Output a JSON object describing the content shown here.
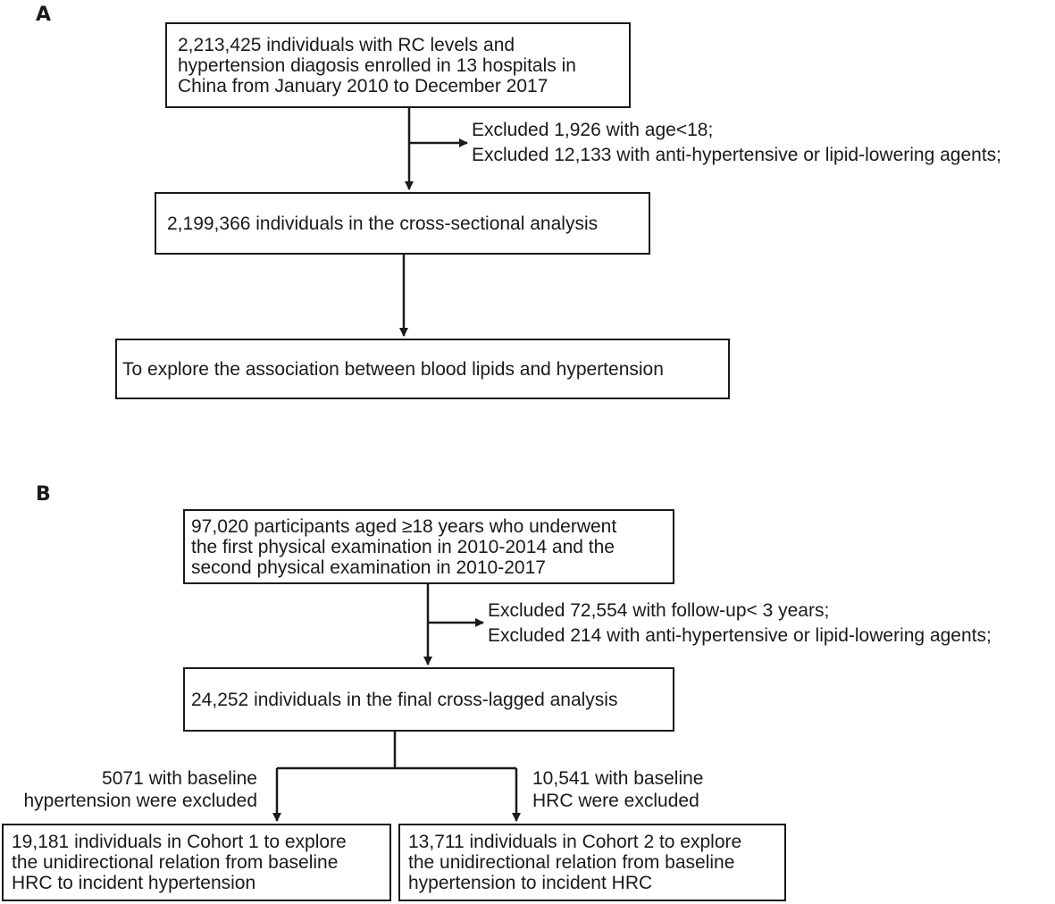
{
  "panel_a": {
    "letter": "A",
    "box_enrolled": [
      "2,213,425 individuals with RC levels and",
      "hypertension diagosis enrolled in 13 hospitals in",
      "China from January 2010 to December 2017"
    ],
    "exclusions": [
      "Excluded 1,926 with age<18;",
      "Excluded 12,133 with anti-hypertensive or lipid-lowering agents;"
    ],
    "box_cross_sectional": "2,199,366 individuals in the cross-sectional analysis",
    "box_explore": "To explore the association between blood lipids and hypertension"
  },
  "panel_b": {
    "letter": "B",
    "box_participants": [
      "97,020 participants aged ≥18 years who underwent",
      "the first physical examination in 2010-2014 and the",
      "second physical examination in 2010-2017"
    ],
    "exclusions": [
      "Excluded 72,554 with follow-up< 3 years;",
      "Excluded 214 with anti-hypertensive or lipid-lowering agents;"
    ],
    "box_cross_lagged": "24,252 individuals in the final cross-lagged analysis",
    "left_exclusion": [
      "5071 with baseline",
      "hypertension were excluded"
    ],
    "right_exclusion": [
      "10,541 with baseline",
      "HRC were excluded"
    ],
    "box_cohort1": [
      "19,181 individuals in Cohort 1 to explore",
      "the unidirectional relation from baseline",
      "HRC to incident hypertension"
    ],
    "box_cohort2": [
      "13,711 individuals in Cohort 2 to explore",
      "the unidirectional relation from baseline",
      "hypertension to incident HRC"
    ]
  }
}
